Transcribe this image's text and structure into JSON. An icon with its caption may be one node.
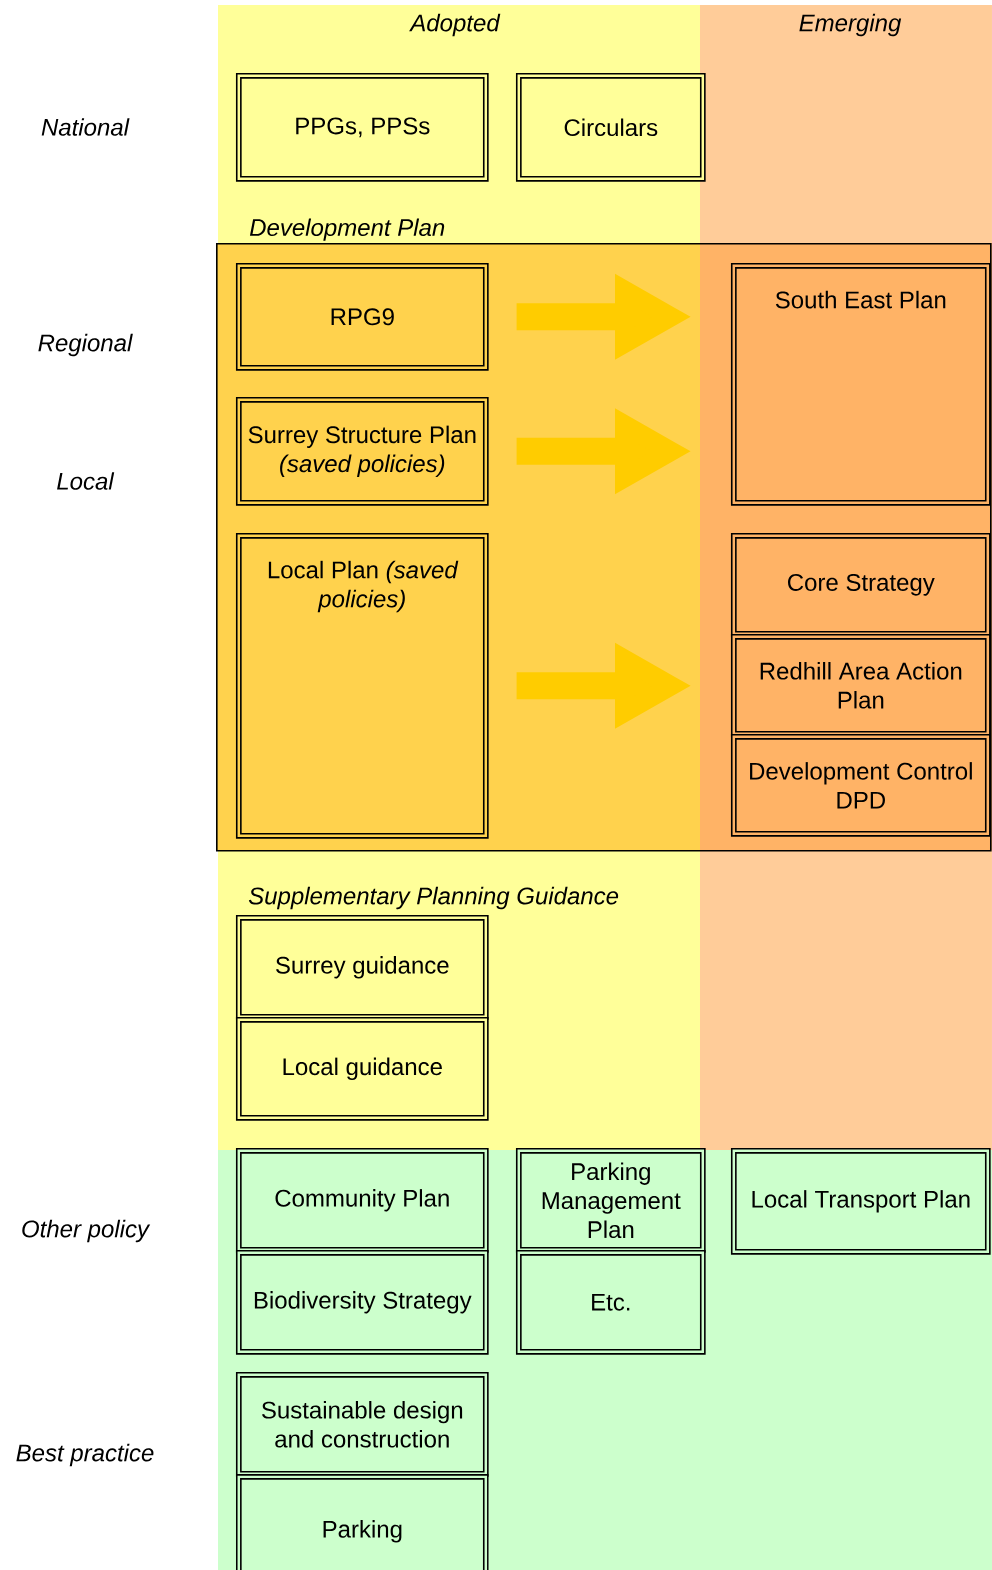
{
  "diagram": {
    "nodes": [
      {
        "text": [
          "Development Plan"
        ]
      },
      {
        "text": [
          "RPG9"
        ],
        "in": 0
      },
      {
        "text": [
          "Surrey Structure Plan *(saved policies)*"
        ],
        "in": 0
      },
      {
        "text": [
          "Local Plan *(saved policies)*"
        ],
        "in": 0
      },
      {
        "text": [
          "South East Plan"
        ],
        "in": 0
      },
      {
        "text": [
          "Core Strategy"
        ],
        "in": 0
      },
      {
        "text": [
          "Redhill Area Action Plan"
        ],
        "in": 0
      },
      {
        "text": [
          "Development Control DPD"
        ],
        "in": 0
      },
      {
        "text": [
          "PPGs, PPSs"
        ]
      },
      {
        "text": [
          "Circulars"
        ]
      },
      {
        "text": [
          "Surrey guidance"
        ]
      },
      {
        "text": [
          "Local guidance"
        ]
      },
      {
        "text": [
          "Community Plan"
        ]
      },
      {
        "text": [
          "Biodiversity Strategy"
        ]
      },
      {
        "text": [
          "Parking Management Plan"
        ]
      },
      {
        "text": [
          "Etc."
        ]
      },
      {
        "text": [
          "Local Transport Plan"
        ]
      },
      {
        "text": [
          "Sustainable design and construction"
        ]
      },
      {
        "text": [
          "Parking"
        ]
      }
    ],
    "edges": [
      {
        "from": 1,
        "to": 4,
        "arrow": "to"
      },
      {
        "from": 2,
        "to": 4,
        "arrow": "to"
      },
      {
        "from": 3,
        "to": 6,
        "arrow": "to"
      }
    ],
    "labels": [
      "Adopted",
      "Emerging",
      "National",
      "Regional",
      "Local",
      "Supplementary Planning Guidance",
      "Other policy",
      "Best practice"
    ]
  }
}
